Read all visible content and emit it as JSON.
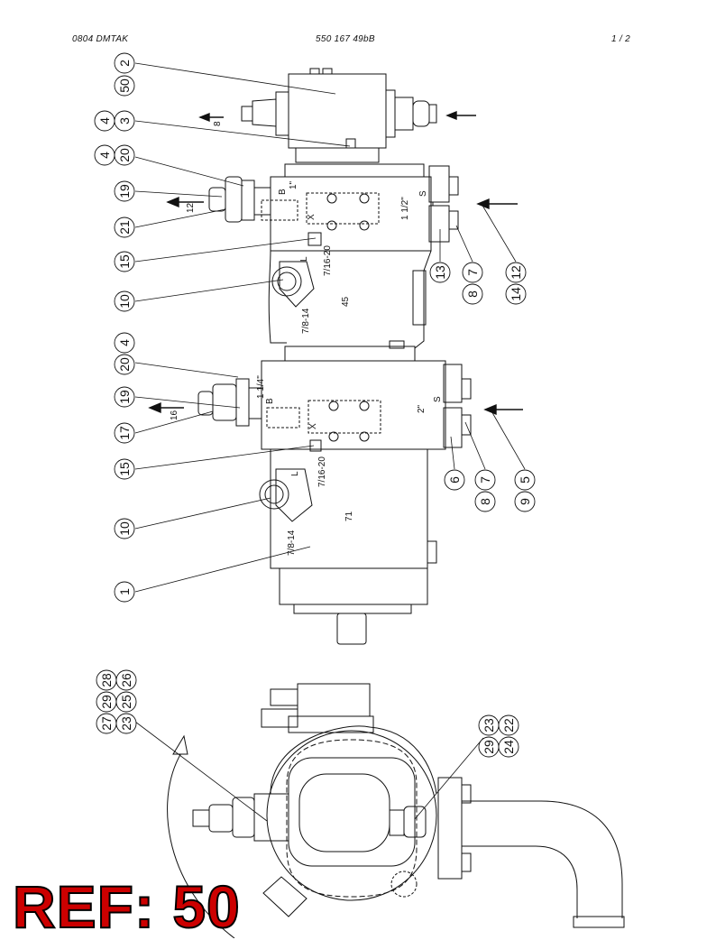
{
  "header": {
    "left": "0804   DMTAK",
    "center": "550 167 49bB",
    "right": "1 /   2"
  },
  "balloons": {
    "b2": "2",
    "b50": "50",
    "b4a": "4",
    "b3": "3",
    "b4b": "4",
    "b20a": "20",
    "b19a": "19",
    "b21": "21",
    "b15a": "15",
    "b10a": "10",
    "b13": "13",
    "b8a": "8",
    "b7a": "7",
    "b14": "14",
    "b12": "12",
    "b4c": "4",
    "b20b": "20",
    "b19b": "19",
    "b17": "17",
    "b15b": "15",
    "b10b": "10",
    "b1": "1",
    "b6": "6",
    "b8b": "8",
    "b7b": "7",
    "b9": "9",
    "b5": "5",
    "b28": "28",
    "b26": "26",
    "b29a": "29",
    "b25": "25",
    "b27": "27",
    "b23a": "23",
    "b23b": "23",
    "b29b": "29",
    "b22": "22",
    "b24": "24"
  },
  "labels": {
    "port_8": "8",
    "port_12": "12",
    "port_16": "16",
    "b_upper": "B",
    "one_inch": "1\"",
    "x_upper": "X",
    "s_upper": "S",
    "one_half": "1 1/2\"",
    "thread_upper": "7/16-20",
    "l_upper": "L",
    "thread_78_upper": "7/8-14",
    "disp_45": "45",
    "one_quarter": "1 1/4\"",
    "b_lower": "B",
    "x_lower": "X",
    "s_lower": "S",
    "two_inch": "2\"",
    "thread_lower": "7/16-20",
    "l_lower": "L",
    "thread_78_lower": "7/8-14",
    "disp_71": "71"
  },
  "stamp": {
    "ref": "REF: 50"
  },
  "colors": {
    "line": "#111111",
    "stamp_fill": "#cc0000",
    "stamp_outline": "#000000"
  }
}
